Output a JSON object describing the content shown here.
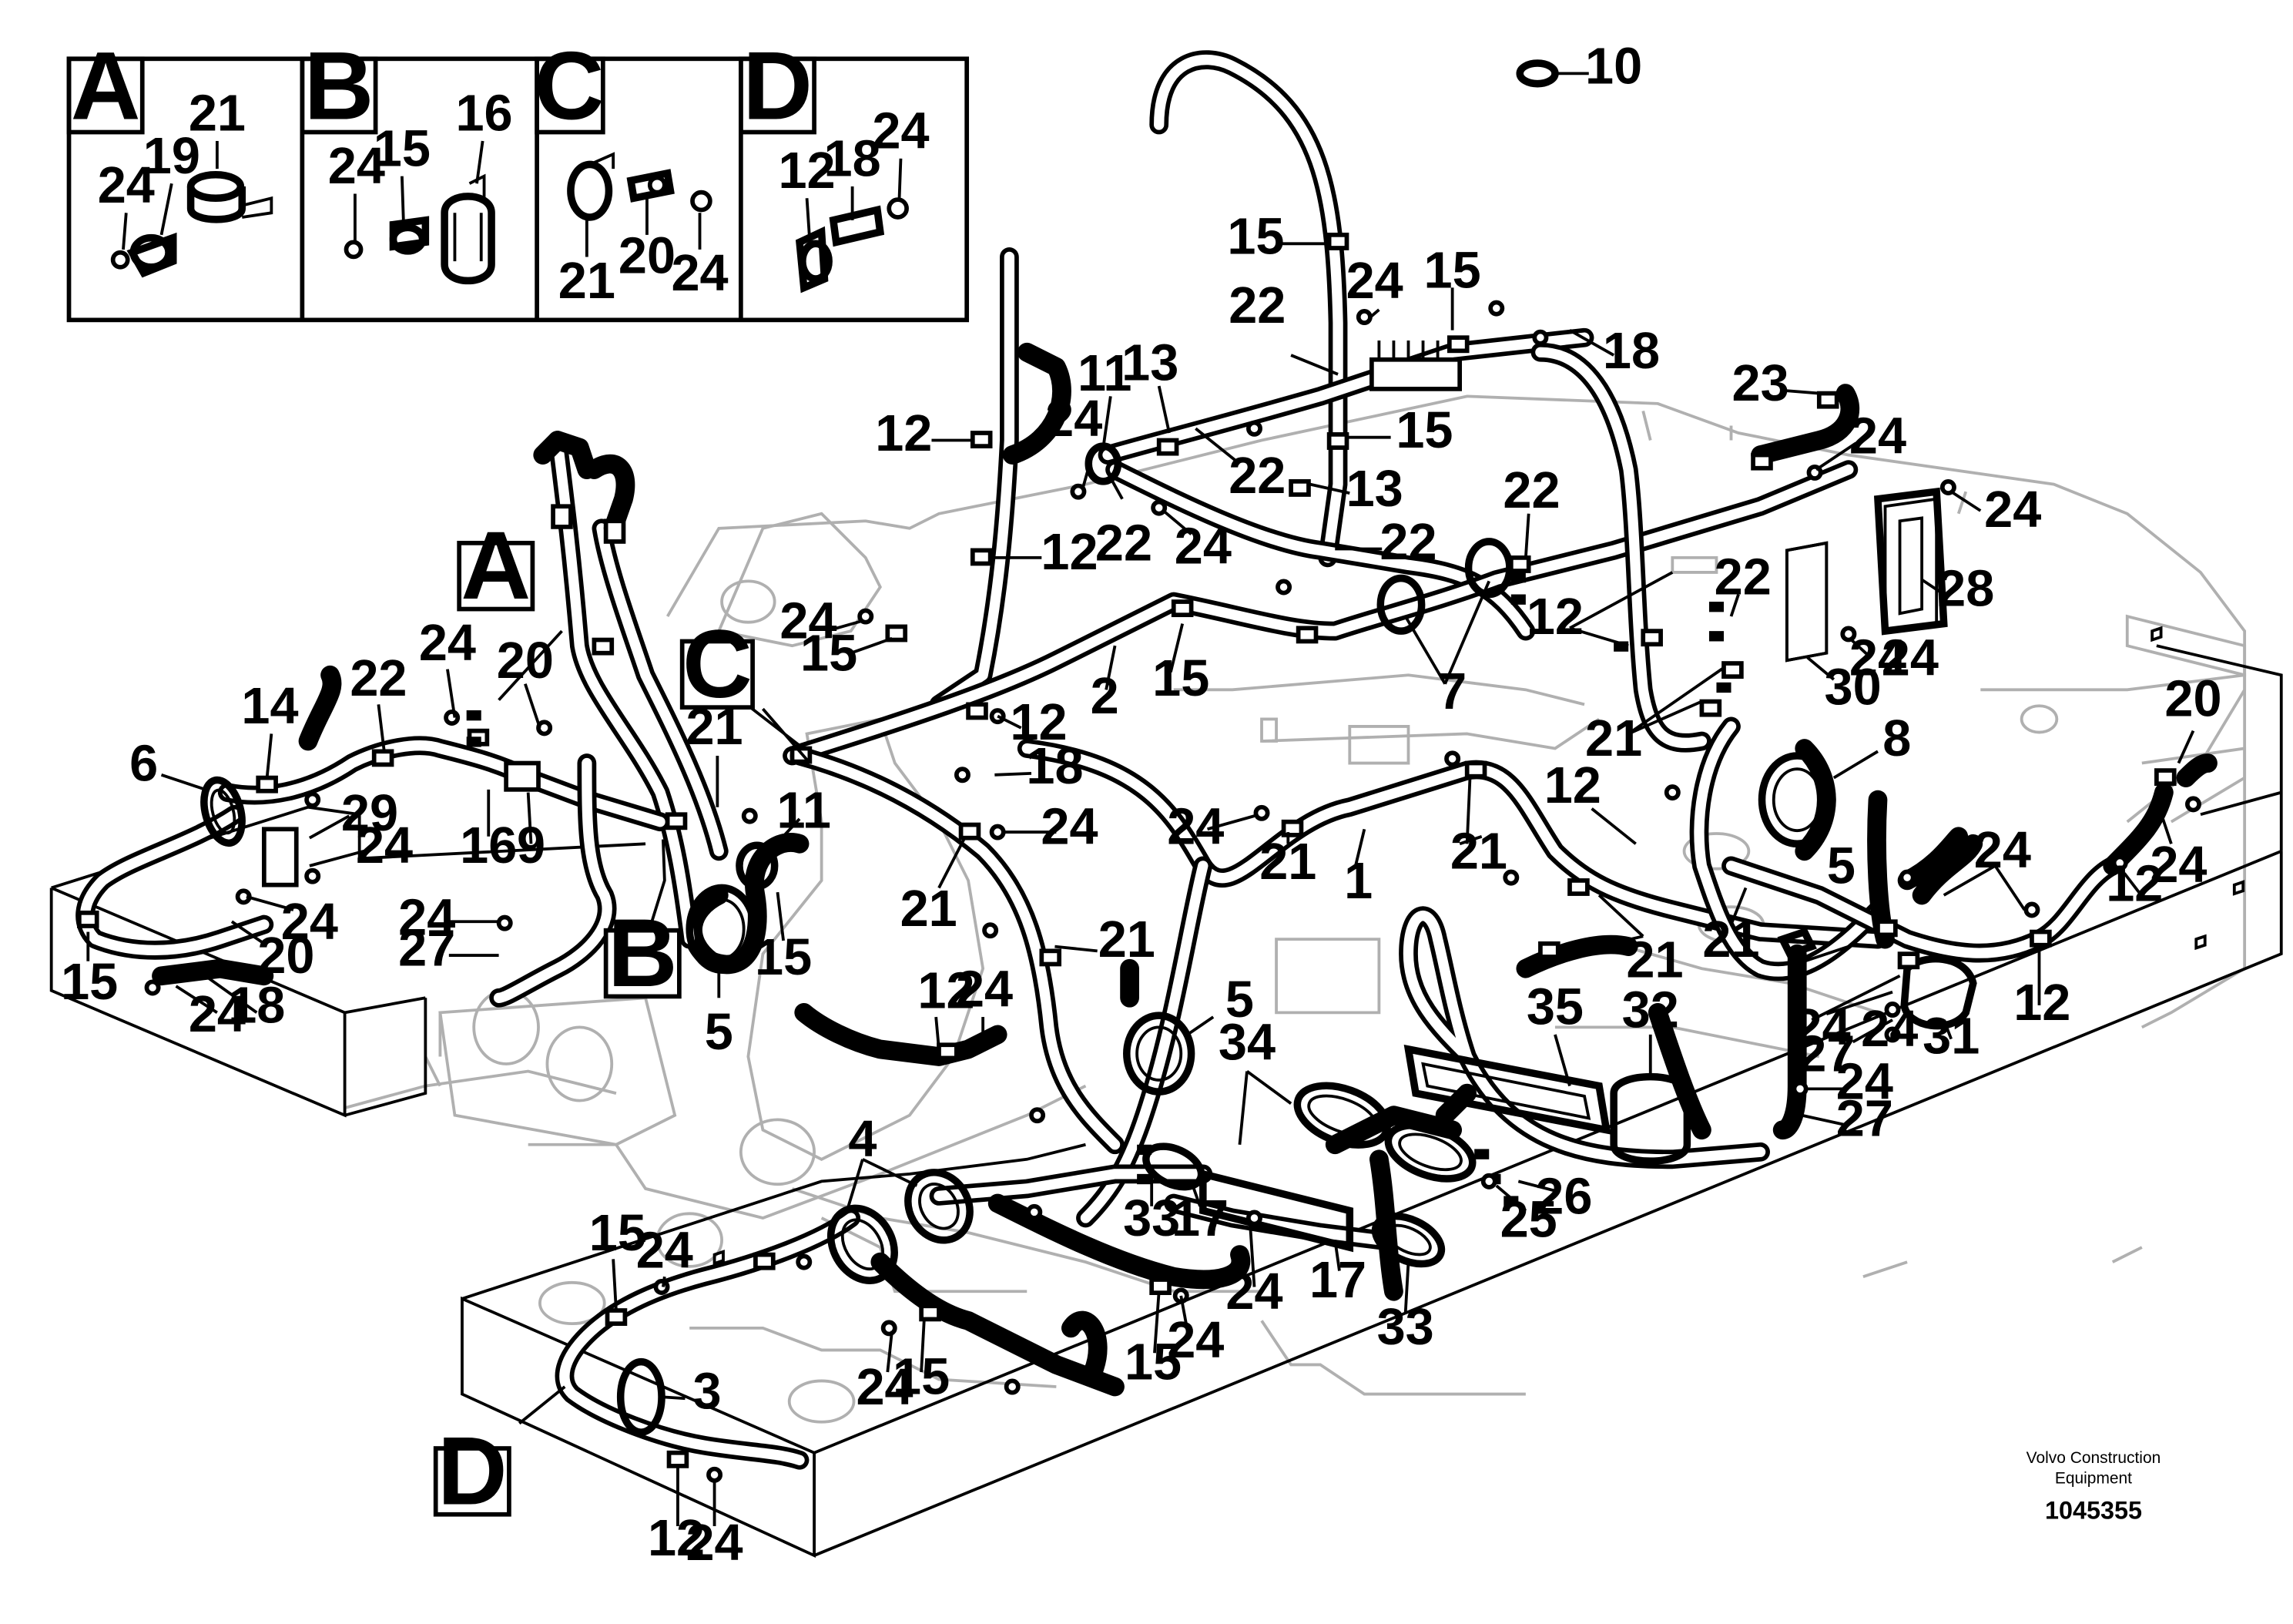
{
  "detail_boxes": [
    {
      "letter": "A",
      "parts": [
        "21",
        "19",
        "24"
      ]
    },
    {
      "letter": "B",
      "parts": [
        "16",
        "24",
        "15"
      ]
    },
    {
      "letter": "C",
      "parts": [
        "21",
        "20",
        "24"
      ]
    },
    {
      "letter": "D",
      "parts": [
        "24",
        "12",
        "18"
      ]
    }
  ],
  "view_markers": [
    "A",
    "B",
    "C",
    "D"
  ],
  "callouts": [
    "10",
    "15",
    "24",
    "15",
    "18",
    "22",
    "15",
    "23",
    "24",
    "11",
    "13",
    "24",
    "22",
    "13",
    "12",
    "24",
    "22",
    "22",
    "24",
    "22",
    "28",
    "24",
    "12",
    "12",
    "22",
    "24",
    "15",
    "2",
    "15",
    "7",
    "30",
    "24",
    "22",
    "24",
    "20",
    "12",
    "18",
    "21",
    "8",
    "21",
    "14",
    "6",
    "29",
    "24",
    "16",
    "9",
    "11",
    "24",
    "24",
    "21",
    "21",
    "1",
    "12",
    "20",
    "24",
    "21",
    "24",
    "27",
    "15",
    "5",
    "21",
    "21",
    "5",
    "21",
    "24",
    "12",
    "15",
    "20",
    "18",
    "24",
    "12",
    "24",
    "5",
    "24",
    "27",
    "35",
    "32",
    "31",
    "12",
    "24",
    "27",
    "34",
    "4",
    "33",
    "17",
    "25",
    "26",
    "15",
    "24",
    "24",
    "17",
    "33",
    "3",
    "24",
    "15",
    "15",
    "24",
    "12",
    "24",
    "24",
    "31",
    "24"
  ],
  "credit": {
    "company_line1": "Volvo Construction",
    "company_line2": "Equipment",
    "drawing_number": "1045355"
  }
}
